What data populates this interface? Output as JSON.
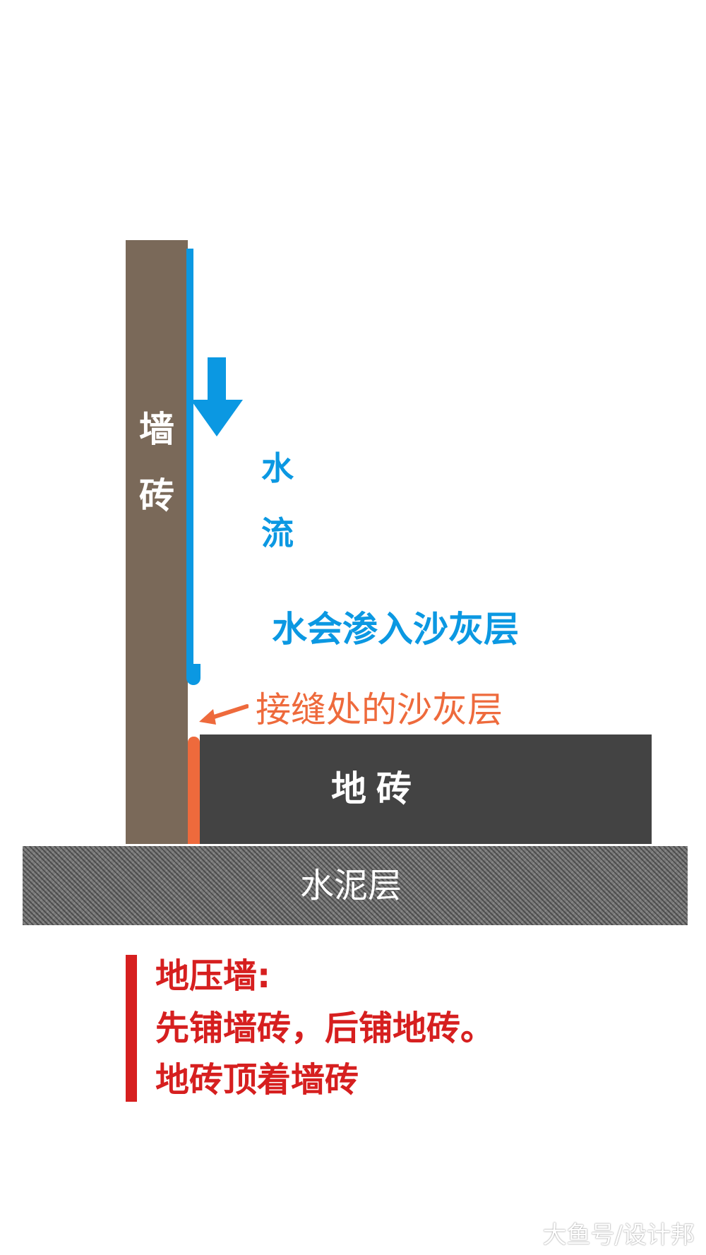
{
  "wall": {
    "char1": "墙",
    "char2": "砖"
  },
  "flow": {
    "char1": "水",
    "char2": "流"
  },
  "seep_text": "水会渗入沙灰层",
  "joint_label": "接缝处的沙灰层",
  "floor_label": "地砖",
  "cement_label": "水泥层",
  "note": {
    "title": "地压墙:",
    "line1": "先铺墙砖，后铺地砖。",
    "line2": "地砖顶着墙砖"
  },
  "watermark": "大鱼号/设计邦",
  "colors": {
    "wall": "#7a6959",
    "water": "#0b98e2",
    "mortar": "#ee6a3c",
    "floor": "#434343",
    "cement": "#7a7a7a",
    "note": "#d61f1f"
  }
}
